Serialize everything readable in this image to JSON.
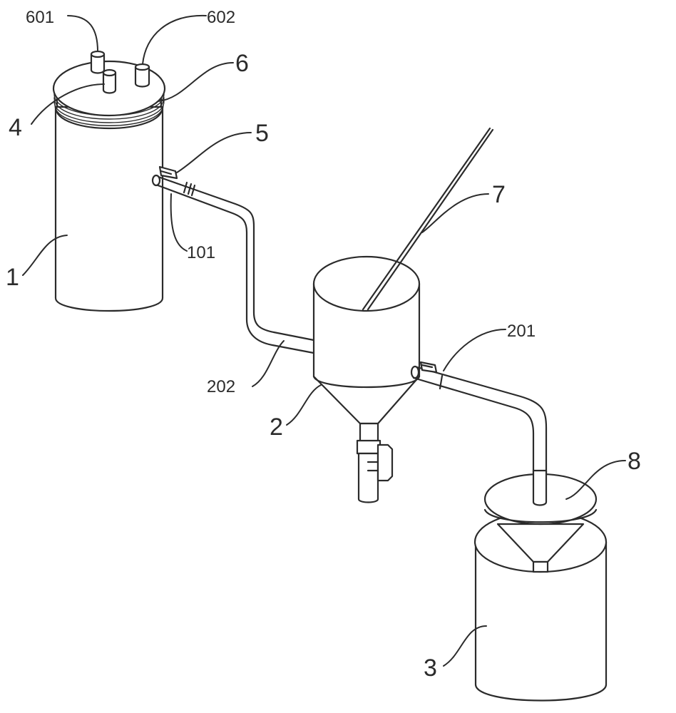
{
  "labels": {
    "l601": "601",
    "l602": "602",
    "l6": "6",
    "l4": "4",
    "l5": "5",
    "l101": "101",
    "l1": "1",
    "l7": "7",
    "l201": "201",
    "l202": "202",
    "l2": "2",
    "l8": "8",
    "l3": "3"
  }
}
